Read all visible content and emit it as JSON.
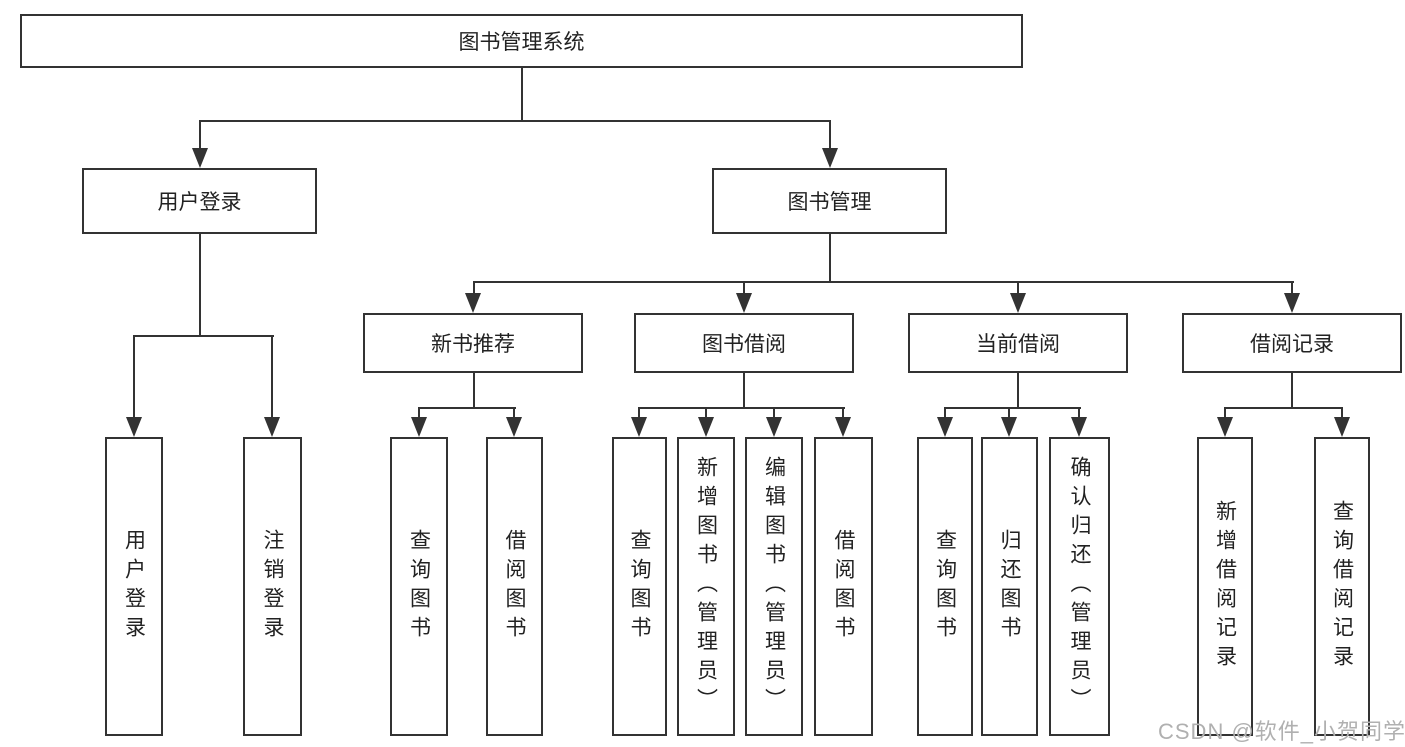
{
  "colors": {
    "line": "#333333",
    "fill": "#ffffff",
    "text": "#222222",
    "watermark": "#b0b0b0",
    "bg": "#ffffff"
  },
  "watermark": {
    "text": "CSDN @软件_小贺同学"
  },
  "tree": {
    "root": "图书管理系统",
    "branches": [
      {
        "label": "用户登录",
        "leaves": [
          "用户登录",
          "注销登录"
        ]
      },
      {
        "label": "图书管理",
        "groups": [
          {
            "label": "新书推荐",
            "leaves": [
              "查询图书",
              "借阅图书"
            ]
          },
          {
            "label": "图书借阅",
            "leaves": [
              "查询图书",
              "新增图书（管理员）",
              "编辑图书（管理员）",
              "借阅图书"
            ]
          },
          {
            "label": "当前借阅",
            "leaves": [
              "查询图书",
              "归还图书",
              "确认归还（管理员）"
            ]
          },
          {
            "label": "借阅记录",
            "leaves": [
              "新增借阅记录",
              "查询借阅记录"
            ]
          }
        ]
      }
    ]
  }
}
